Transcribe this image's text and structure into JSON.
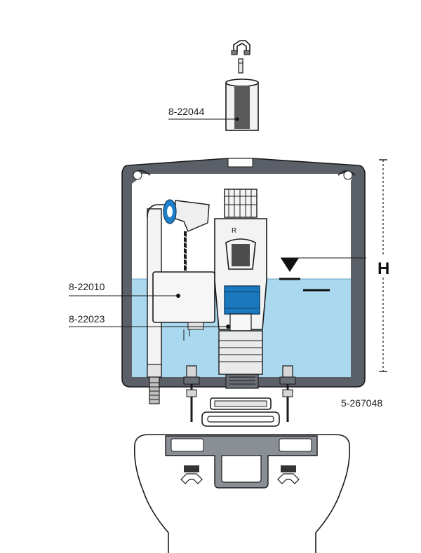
{
  "labels": {
    "lid_valve_part": "8-22044",
    "fill_valve_part": "8-22010",
    "flush_valve_part": "8-22023",
    "drawing_number": "5-267048",
    "height_marker": "H"
  },
  "colors": {
    "water": "#a9d8ef",
    "tank_wall": "#5b6068",
    "blue_part": "#1a78bf",
    "float_ring": "#1f7fc8"
  }
}
